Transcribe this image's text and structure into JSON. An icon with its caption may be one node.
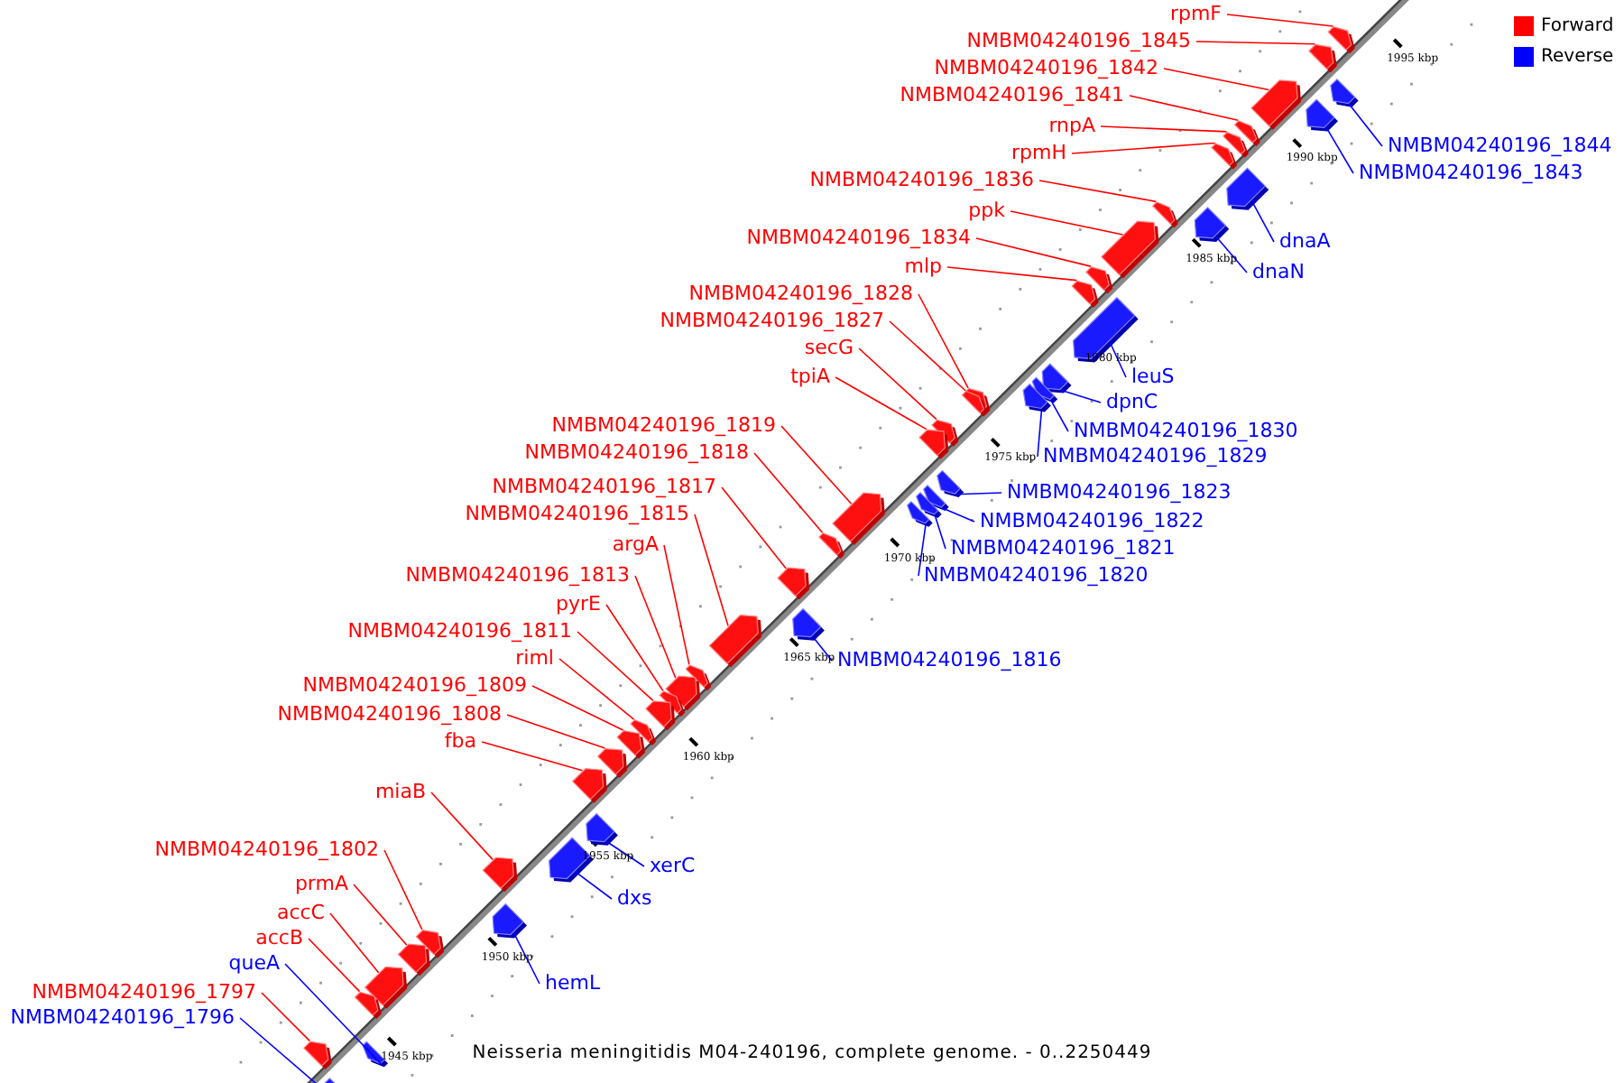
{
  "diagram": {
    "caption": "Neisseria meningitidis M04-240196, complete genome. - 0..2250449",
    "nodes": [
      {
        "text": [
          "rpmF"
        ]
      },
      {
        "text": [
          "NMBM04240196_1845"
        ]
      },
      {
        "text": [
          "NMBM04240196_1842"
        ]
      },
      {
        "text": [
          "NMBM04240196_1841"
        ]
      },
      {
        "text": [
          "rnpA"
        ]
      },
      {
        "text": [
          "rpmH"
        ]
      },
      {
        "text": [
          "NMBM04240196_1844"
        ]
      },
      {
        "text": [
          "NMBM04240196_1843"
        ]
      },
      {
        "text": [
          "NMBM04240196_1836"
        ]
      },
      {
        "text": [
          "ppk"
        ]
      },
      {
        "text": [
          "NMBM04240196_1834"
        ]
      },
      {
        "text": [
          "mlp"
        ]
      },
      {
        "text": [
          "dnaA"
        ]
      },
      {
        "text": [
          "dnaN"
        ]
      },
      {
        "text": [
          "NMBM04240196_1828"
        ]
      },
      {
        "text": [
          "NMBM04240196_1827"
        ]
      },
      {
        "text": [
          "secG"
        ]
      },
      {
        "text": [
          "tpiA"
        ]
      },
      {
        "text": [
          "leuS"
        ]
      },
      {
        "text": [
          "dpnC"
        ]
      },
      {
        "text": [
          "NMBM04240196_1830"
        ]
      },
      {
        "text": [
          "NMBM04240196_1829"
        ]
      },
      {
        "text": [
          "NMBM04240196_1819"
        ]
      },
      {
        "text": [
          "NMBM04240196_1818"
        ]
      },
      {
        "text": [
          "NMBM04240196_1817"
        ]
      },
      {
        "text": [
          "NMBM04240196_1815"
        ]
      },
      {
        "text": [
          "argA"
        ]
      },
      {
        "text": [
          "NMBM04240196_1813"
        ]
      },
      {
        "text": [
          "pyrE"
        ]
      },
      {
        "text": [
          "NMBM04240196_1823"
        ]
      },
      {
        "text": [
          "NMBM04240196_1822"
        ]
      },
      {
        "text": [
          "NMBM04240196_1821"
        ]
      },
      {
        "text": [
          "NMBM04240196_1820"
        ]
      },
      {
        "text": [
          "NMBM04240196_1816"
        ]
      },
      {
        "text": [
          "NMBM04240196_1811"
        ]
      },
      {
        "text": [
          "riml"
        ]
      },
      {
        "text": [
          "NMBM04240196_1809"
        ]
      },
      {
        "text": [
          "NMBM04240196_1808"
        ]
      },
      {
        "text": [
          "fba"
        ]
      },
      {
        "text": [
          "miaB"
        ]
      },
      {
        "text": [
          "xerC"
        ]
      },
      {
        "text": [
          "dxs"
        ]
      },
      {
        "text": [
          "NMBM04240196_1802"
        ]
      },
      {
        "text": [
          "prmA"
        ]
      },
      {
        "text": [
          "accC"
        ]
      },
      {
        "text": [
          "accB"
        ]
      },
      {
        "text": [
          "hemL"
        ]
      },
      {
        "text": [
          "queA"
        ]
      },
      {
        "text": [
          "NMBM04240196_1797"
        ]
      },
      {
        "text": [
          "NMBM04240196_1796"
        ]
      },
      {
        "text": [],
        "shape": "arrow"
      },
      {
        "text": [],
        "shape": "arrow"
      },
      {
        "text": [],
        "shape": "arrow"
      },
      {
        "text": [],
        "shape": "arrow"
      },
      {
        "text": [],
        "shape": "arrow"
      },
      {
        "text": [],
        "shape": "arrow"
      },
      {
        "text": [],
        "shape": "arrow"
      },
      {
        "text": [],
        "shape": "arrow"
      },
      {
        "text": [],
        "shape": "arrow"
      },
      {
        "text": [],
        "shape": "arrow"
      },
      {
        "text": [],
        "shape": "arrow"
      },
      {
        "text": [],
        "shape": "arrow"
      },
      {
        "text": [],
        "shape": "arrow"
      },
      {
        "text": [],
        "shape": "arrow"
      },
      {
        "text": [],
        "shape": "arrow"
      },
      {
        "text": [],
        "shape": "arrow"
      },
      {
        "text": [],
        "shape": "arrow"
      },
      {
        "text": [],
        "shape": "arrow"
      },
      {
        "text": [],
        "shape": "arrow"
      },
      {
        "text": [],
        "shape": "arrow"
      },
      {
        "text": [],
        "shape": "arrow"
      },
      {
        "text": [],
        "shape": "arrow"
      },
      {
        "text": [],
        "shape": "arrow"
      },
      {
        "text": [],
        "shape": "arrow"
      },
      {
        "text": [],
        "shape": "arrow"
      },
      {
        "text": [],
        "shape": "arrow"
      },
      {
        "text": [],
        "shape": "arrow"
      },
      {
        "text": [],
        "shape": "arrow"
      },
      {
        "text": [],
        "shape": "arrow"
      },
      {
        "text": [],
        "shape": "arrow"
      },
      {
        "text": [],
        "shape": "arrow"
      },
      {
        "text": [],
        "shape": "arrow"
      },
      {
        "text": [],
        "shape": "arrow"
      },
      {
        "text": [],
        "shape": "arrow"
      },
      {
        "text": [],
        "shape": "arrow"
      },
      {
        "text": [],
        "shape": "arrow"
      },
      {
        "text": [],
        "shape": "arrow"
      },
      {
        "text": [],
        "shape": "arrow"
      },
      {
        "text": [],
        "shape": "arrow"
      },
      {
        "text": [],
        "shape": "arrow"
      },
      {
        "text": [],
        "shape": "arrow"
      },
      {
        "text": [],
        "shape": "arrow"
      },
      {
        "text": [],
        "shape": "arrow"
      },
      {
        "text": [],
        "shape": "arrow"
      },
      {
        "text": [],
        "shape": "arrow"
      },
      {
        "text": [],
        "shape": "arrow"
      },
      {
        "text": [],
        "shape": "arrow"
      },
      {
        "text": [],
        "shape": "arrow"
      },
      {
        "text": [],
        "shape": "arrow"
      },
      {
        "text": [],
        "shape": "arrow"
      }
    ],
    "edges": [
      {
        "from": 0,
        "to": 50,
        "arrow": "none"
      },
      {
        "from": 1,
        "to": 51,
        "arrow": "none"
      },
      {
        "from": 2,
        "to": 52,
        "arrow": "none"
      },
      {
        "from": 3,
        "to": 53,
        "arrow": "none"
      },
      {
        "from": 4,
        "to": 54,
        "arrow": "none"
      },
      {
        "from": 5,
        "to": 55,
        "arrow": "none"
      },
      {
        "from": 6,
        "to": 56,
        "arrow": "none",
        "color": "#0000ff"
      },
      {
        "from": 7,
        "to": 57,
        "arrow": "none",
        "color": "#0000ff"
      },
      {
        "from": 8,
        "to": 58,
        "arrow": "none"
      },
      {
        "from": 9,
        "to": 59,
        "arrow": "none"
      },
      {
        "from": 10,
        "to": 60,
        "arrow": "none"
      },
      {
        "from": 11,
        "to": 61,
        "arrow": "none"
      },
      {
        "from": 12,
        "to": 62,
        "arrow": "none",
        "color": "#0000ff"
      },
      {
        "from": 13,
        "to": 63,
        "arrow": "none",
        "color": "#0000ff"
      },
      {
        "from": 14,
        "to": 64,
        "arrow": "none"
      },
      {
        "from": 15,
        "to": 65,
        "arrow": "none"
      },
      {
        "from": 16,
        "to": 66,
        "arrow": "none"
      },
      {
        "from": 17,
        "to": 67,
        "arrow": "none"
      },
      {
        "from": 18,
        "to": 68,
        "arrow": "none",
        "color": "#0000ff"
      },
      {
        "from": 19,
        "to": 69,
        "arrow": "none",
        "color": "#0000ff"
      },
      {
        "from": 20,
        "to": 70,
        "arrow": "none",
        "color": "#0000ff"
      },
      {
        "from": 21,
        "to": 71,
        "arrow": "none",
        "color": "#0000ff"
      },
      {
        "from": 22,
        "to": 72,
        "arrow": "none"
      },
      {
        "from": 23,
        "to": 73,
        "arrow": "none"
      },
      {
        "from": 24,
        "to": 74,
        "arrow": "none"
      },
      {
        "from": 25,
        "to": 75,
        "arrow": "none"
      },
      {
        "from": 26,
        "to": 76,
        "arrow": "none"
      },
      {
        "from": 27,
        "to": 77,
        "arrow": "none"
      },
      {
        "from": 28,
        "to": 78,
        "arrow": "none"
      },
      {
        "from": 29,
        "to": 79,
        "arrow": "none",
        "color": "#0000ff"
      },
      {
        "from": 30,
        "to": 80,
        "arrow": "none",
        "color": "#0000ff"
      },
      {
        "from": 31,
        "to": 81,
        "arrow": "none",
        "color": "#0000ff"
      },
      {
        "from": 32,
        "to": 82,
        "arrow": "none",
        "color": "#0000ff"
      },
      {
        "from": 33,
        "to": 83,
        "arrow": "none",
        "color": "#0000ff"
      },
      {
        "from": 34,
        "to": 84,
        "arrow": "none"
      },
      {
        "from": 35,
        "to": 85,
        "arrow": "none"
      },
      {
        "from": 36,
        "to": 86,
        "arrow": "none"
      },
      {
        "from": 37,
        "to": 87,
        "arrow": "none"
      },
      {
        "from": 38,
        "to": 88,
        "arrow": "none"
      },
      {
        "from": 39,
        "to": 89,
        "arrow": "none"
      },
      {
        "from": 40,
        "to": 90,
        "arrow": "none",
        "color": "#0000ff"
      },
      {
        "from": 41,
        "to": 91,
        "arrow": "none",
        "color": "#0000ff"
      },
      {
        "from": 42,
        "to": 92,
        "arrow": "none"
      },
      {
        "from": 43,
        "to": 93,
        "arrow": "none"
      },
      {
        "from": 44,
        "to": 94,
        "arrow": "none"
      },
      {
        "from": 45,
        "to": 95,
        "arrow": "none"
      },
      {
        "from": 46,
        "to": 96,
        "arrow": "none",
        "color": "#0000ff"
      },
      {
        "from": 47,
        "to": 97,
        "arrow": "none",
        "color": "#0000ff"
      },
      {
        "from": 48,
        "to": 98,
        "arrow": "none"
      },
      {
        "from": 49,
        "to": 99,
        "arrow": "none",
        "color": "#0000ff"
      }
    ],
    "labels": [
      "1995 kbp",
      "1990 kbp",
      "1985 kbp",
      "1980 kbp",
      "1975 kbp",
      "1970 kbp",
      "1965 kbp",
      "1960 kbp",
      "1955 kbp",
      "1950 kbp",
      "1945 kbp"
    ],
    "legend": [
      {
        "text": "Forward",
        "color": "#ff0000"
      },
      {
        "text": "Reverse",
        "color": "#0000ff"
      }
    ]
  }
}
